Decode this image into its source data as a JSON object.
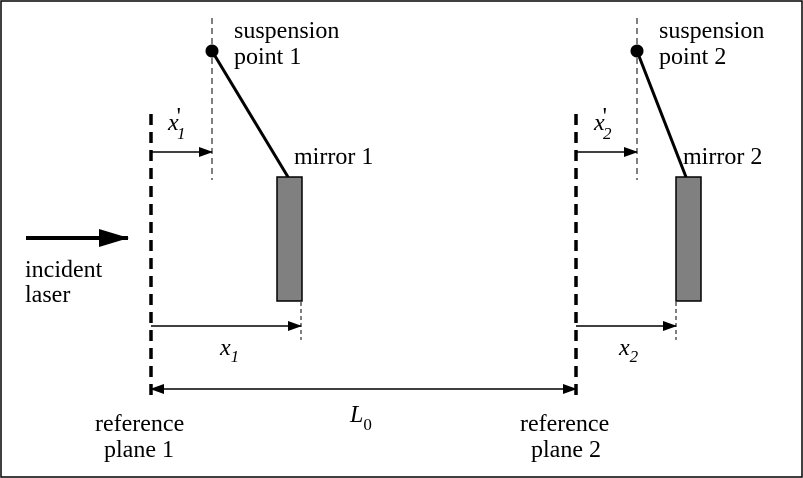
{
  "labels": {
    "suspension_point_1_line1": "suspension",
    "suspension_point_1_line2": "point 1",
    "suspension_point_2_line1": "suspension",
    "suspension_point_2_line2": "point 2",
    "mirror_1": "mirror 1",
    "mirror_2": "mirror 2",
    "incident_laser_line1": "incident",
    "incident_laser_line2": "laser",
    "reference_plane_1_line1": "reference",
    "reference_plane_1_line2": "plane 1",
    "reference_plane_2_line1": "reference",
    "reference_plane_2_line2": "plane 2"
  },
  "variables": {
    "x1_prime": {
      "base": "x",
      "prime": "'",
      "sub": "1"
    },
    "x2_prime": {
      "base": "x",
      "prime": "'",
      "sub": "2"
    },
    "x1": {
      "base": "x",
      "sub": "1"
    },
    "x2": {
      "base": "x",
      "sub": "2"
    },
    "L0": {
      "base": "L",
      "sub": "0"
    }
  },
  "colors": {
    "mirror_fill": "#808080",
    "stroke": "#000000",
    "background": "#ffffff"
  }
}
